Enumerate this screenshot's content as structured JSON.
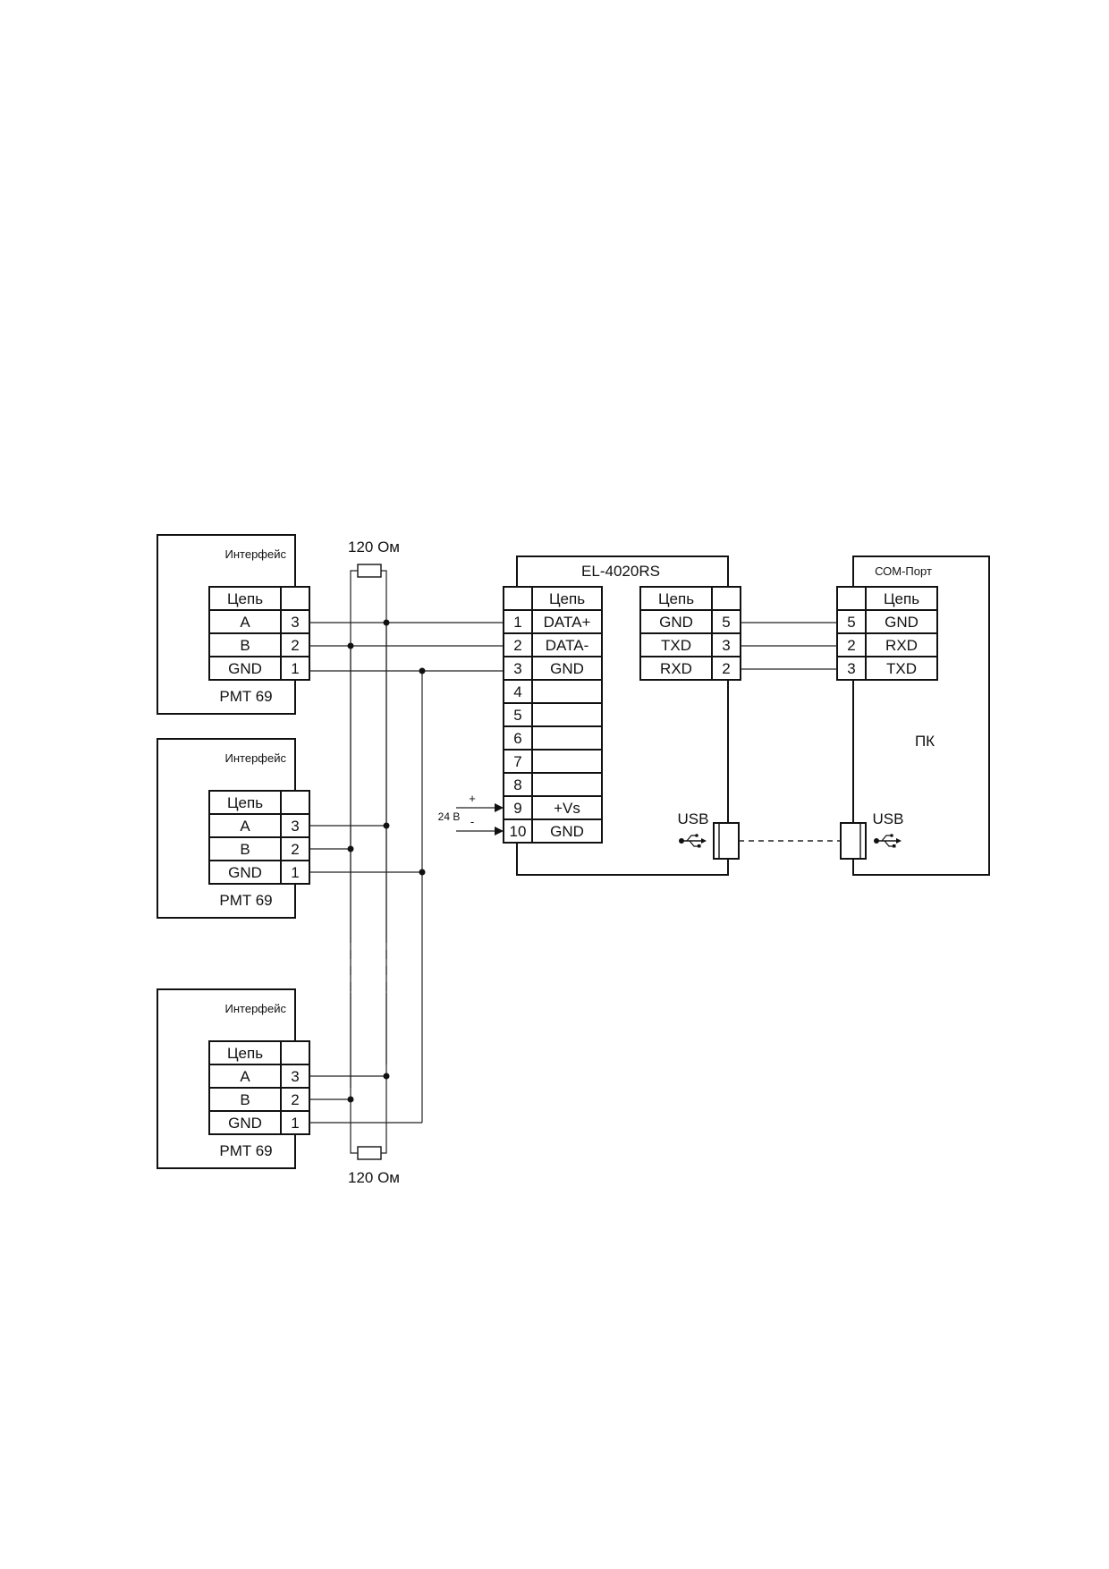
{
  "devices": [
    {
      "interface_label": "Интерфейс",
      "name": "PMT 69",
      "header": "Цепь",
      "rows": [
        {
          "signal": "A",
          "pin": "3"
        },
        {
          "signal": "B",
          "pin": "2"
        },
        {
          "signal": "GND",
          "pin": "1"
        }
      ]
    },
    {
      "interface_label": "Интерфейс",
      "name": "PMT 69",
      "header": "Цепь",
      "rows": [
        {
          "signal": "A",
          "pin": "3"
        },
        {
          "signal": "B",
          "pin": "2"
        },
        {
          "signal": "GND",
          "pin": "1"
        }
      ]
    },
    {
      "interface_label": "Интерфейс",
      "name": "PMT 69",
      "header": "Цепь",
      "rows": [
        {
          "signal": "A",
          "pin": "3"
        },
        {
          "signal": "B",
          "pin": "2"
        },
        {
          "signal": "GND",
          "pin": "1"
        }
      ]
    }
  ],
  "resistor_top": "120 Ом",
  "resistor_bottom": "120 Ом",
  "converter": {
    "title": "EL-4020RS",
    "left_header": "Цепь",
    "left_rows": [
      {
        "pin": "1",
        "signal": "DATA+"
      },
      {
        "pin": "2",
        "signal": "DATA-"
      },
      {
        "pin": "3",
        "signal": "GND"
      },
      {
        "pin": "4",
        "signal": ""
      },
      {
        "pin": "5",
        "signal": ""
      },
      {
        "pin": "6",
        "signal": ""
      },
      {
        "pin": "7",
        "signal": ""
      },
      {
        "pin": "8",
        "signal": ""
      },
      {
        "pin": "9",
        "signal": "+Vs"
      },
      {
        "pin": "10",
        "signal": "GND"
      }
    ],
    "right_header": "Цепь",
    "right_rows": [
      {
        "signal": "GND",
        "pin": "5"
      },
      {
        "signal": "TXD",
        "pin": "3"
      },
      {
        "signal": "RXD",
        "pin": "2"
      }
    ],
    "usb_label": "USB"
  },
  "power": {
    "plus": "+",
    "minus": "-",
    "voltage": "24 В"
  },
  "pc": {
    "port_label": "СОМ-Порт",
    "header": "Цепь",
    "rows": [
      {
        "pin": "5",
        "signal": "GND"
      },
      {
        "pin": "2",
        "signal": "RXD"
      },
      {
        "pin": "3",
        "signal": "TXD"
      }
    ],
    "name": "ПК",
    "usb_label": "USB"
  }
}
